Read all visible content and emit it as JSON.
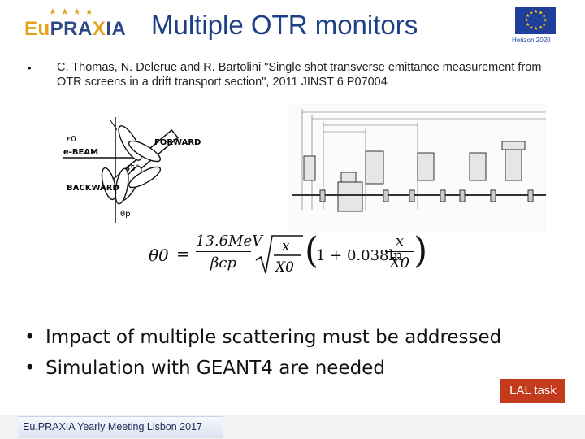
{
  "header": {
    "title": "Multiple OTR monitors",
    "logo": {
      "part1": "Eu",
      "part2": "PRA",
      "part3": "X",
      "part4": "IA"
    },
    "funding_label": "Horizon 2020"
  },
  "reference": {
    "text": "C. Thomas, N. Delerue and R. Bartolini \"Single shot transverse emittance measurement from OTR screens in a drift transport section\", 2011 JINST 6 P07004"
  },
  "figure_left": {
    "labels": {
      "eps": "ε0",
      "forward": "FORWARD",
      "ebeam": "e-BEAM",
      "angle": "45°",
      "backward": "BACKWARD",
      "theta": "θp"
    }
  },
  "formula": {
    "lhs": "θ0",
    "numerator": "13.6MeV",
    "denominator": "βcp",
    "sqrt_num": "x",
    "sqrt_den": "X0",
    "term": "1 + 0.038ln",
    "frac_num": "x",
    "frac_den": "X0"
  },
  "bullets": [
    "Impact of multiple scattering must be addressed",
    "Simulation with GEANT4 are needed"
  ],
  "badge": {
    "label": "LAL task"
  },
  "footer": {
    "text": "Eu.PRAXIA Yearly Meeting Lisbon 2017"
  },
  "colors": {
    "title": "#1d3f86",
    "badge": "#c33a1c",
    "logo_orange": "#e3a117",
    "logo_blue": "#2e4a86"
  }
}
